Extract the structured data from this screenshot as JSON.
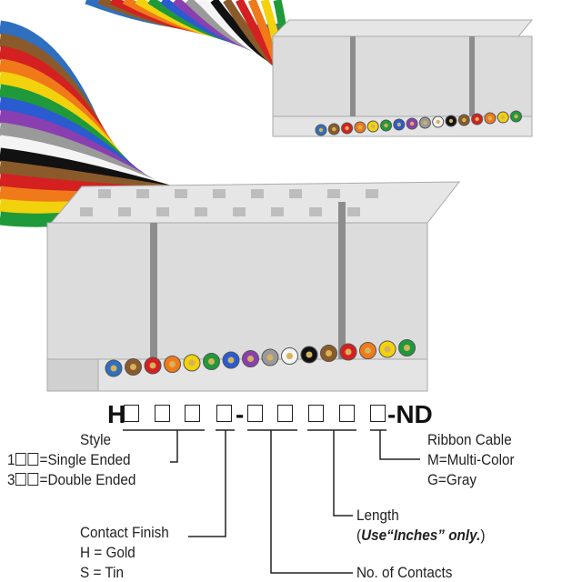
{
  "part_number": {
    "prefix": "H",
    "dash": "-",
    "suffix": "-ND"
  },
  "legend": {
    "style": {
      "title": "Style",
      "opt1_prefix": "1",
      "opt1_text": "=Single Ended",
      "opt2_prefix": "3",
      "opt2_text": "=Double Ended"
    },
    "contact_finish": {
      "title": "Contact Finish",
      "opt1": "H = Gold",
      "opt2": "S = Tin"
    },
    "contacts": {
      "title": "No. of Contacts"
    },
    "length": {
      "title": "Length",
      "note_open": "(",
      "note_bold": "Use“Inches” only.",
      "note_close": ")"
    },
    "ribbon": {
      "title": "Ribbon Cable",
      "opt1": "M=Multi-Color",
      "opt2": "G=Gray"
    }
  },
  "colors": {
    "wire": [
      "#2f6fc0",
      "#8a5a2b",
      "#d42020",
      "#f07a1a",
      "#f2d20c",
      "#1f9a3a",
      "#2a5bd0",
      "#8a3fb0",
      "#9a9a9a",
      "#f4f4f4",
      "#111111",
      "#8a5a2b",
      "#d42020",
      "#f07a1a",
      "#f2d20c",
      "#1f9a3a"
    ]
  }
}
